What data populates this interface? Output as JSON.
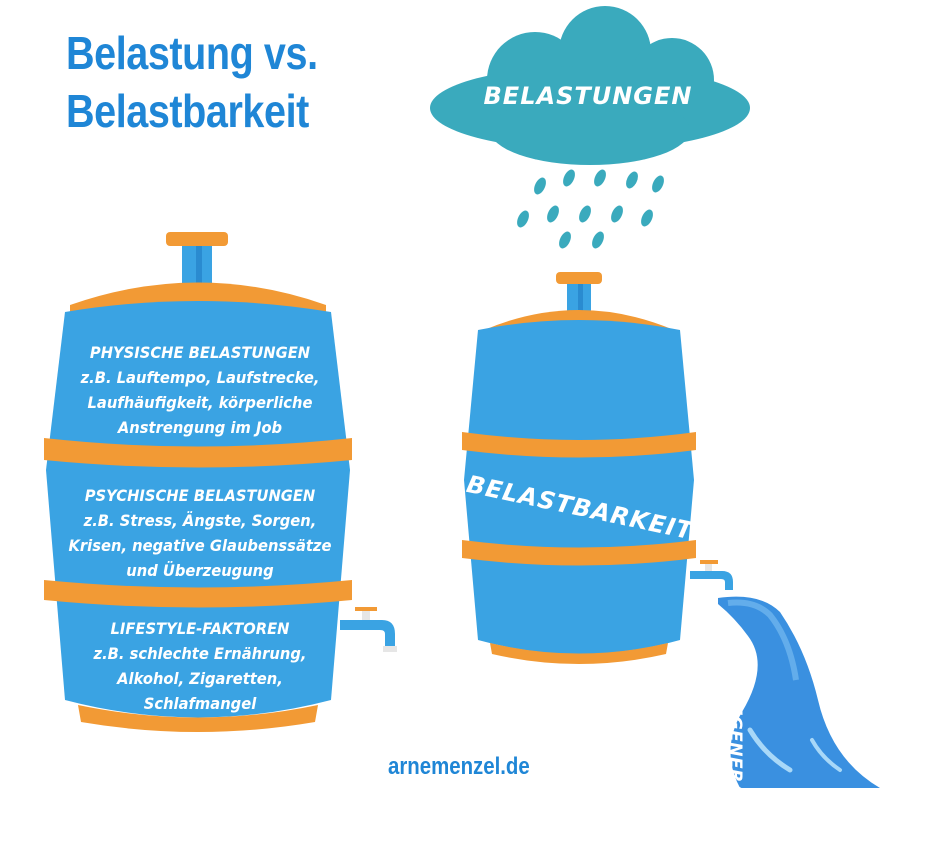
{
  "title": {
    "line1": "Belastung vs.",
    "line2": "Belastbarkeit"
  },
  "cloud": {
    "label": "BELASTUNGEN"
  },
  "left_barrel": {
    "section1": {
      "heading": "PHYSISCHE BELASTUNGEN",
      "lines": [
        "z.B. Lauftempo, Laufstrecke,",
        "Laufhäufigkeit, körperliche",
        "Anstrengung im Job"
      ]
    },
    "section2": {
      "heading": "PSYCHISCHE BELASTUNGEN",
      "lines": [
        "z.B. Stress, Ängste, Sorgen,",
        "Krisen, negative Glaubenssätze",
        "und Überzeugung"
      ]
    },
    "section3": {
      "heading": "LIFESTYLE-FAKTOREN",
      "lines": [
        "z.B. schlechte Ernährung,",
        "Alkohol, Zigaretten,",
        "Schlafmangel"
      ]
    }
  },
  "right_barrel": {
    "label": "BELASTBARKEIT"
  },
  "stream": {
    "label": "REGENERATION"
  },
  "footer": {
    "site": "arnemenzel.de"
  },
  "colors": {
    "barrel_blue": "#3aa3e3",
    "barrel_orange": "#f29a35",
    "title_blue": "#1f86d6",
    "cloud_teal": "#3aaabd",
    "tap_grey": "#e6e6e6"
  }
}
